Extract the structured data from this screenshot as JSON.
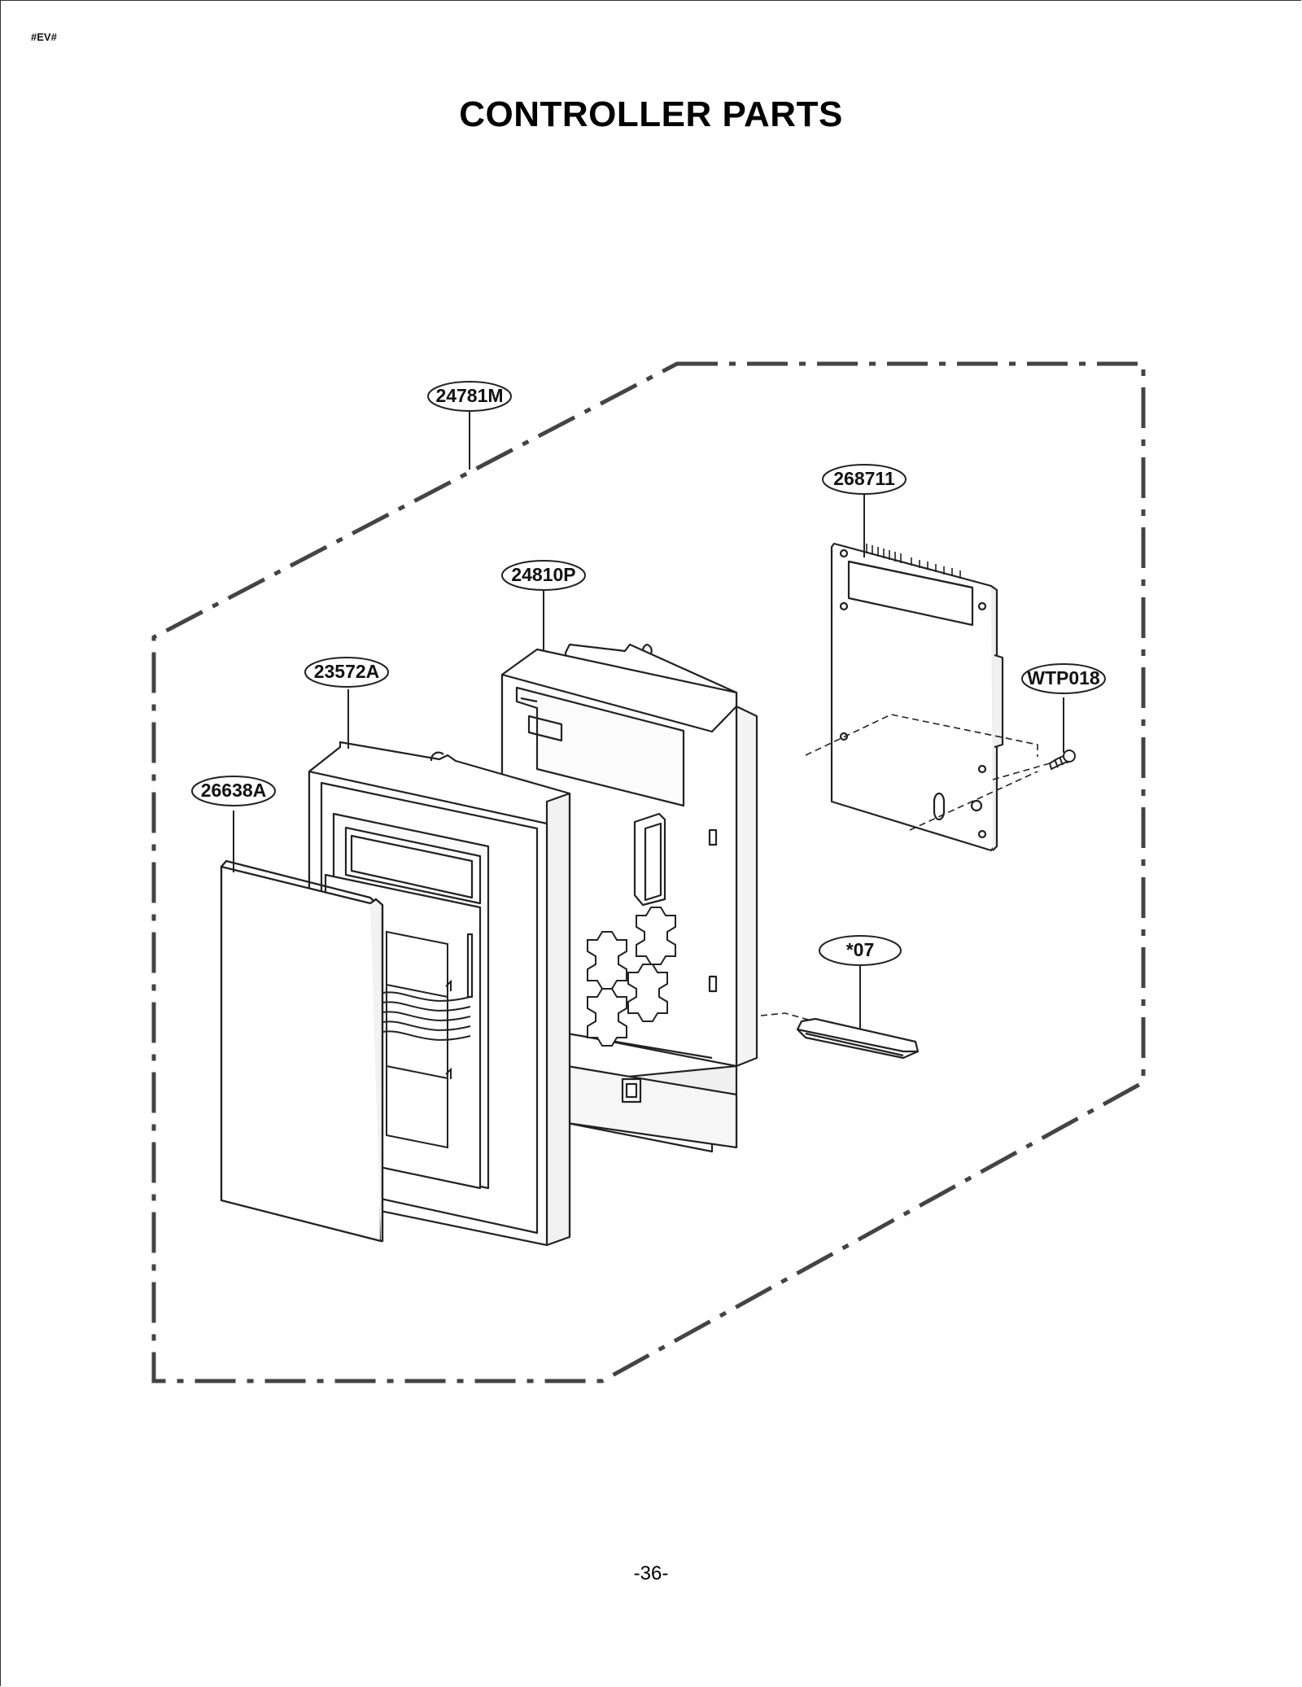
{
  "header": {
    "tag": "#EV#"
  },
  "title": "CONTROLLER PARTS",
  "page_number": "-36-",
  "callouts": {
    "assembly": "24781M",
    "pcb": "268711",
    "housing": "24810P",
    "frame": "23572A",
    "cover": "26638A",
    "screw": "WTP018",
    "connector": "*07"
  }
}
